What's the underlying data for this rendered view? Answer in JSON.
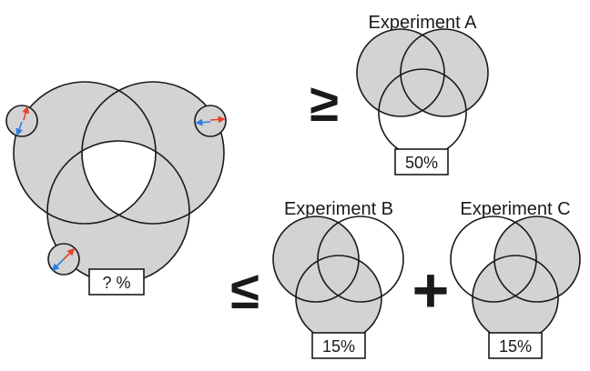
{
  "colors": {
    "fill": "#d3d3d3",
    "stroke": "#1a1a1a",
    "arrow_red": "#e8402a",
    "arrow_blue": "#2a7de1"
  },
  "main_diagram": {
    "percent_label": "? %"
  },
  "relations": {
    "geq_symbol": "≥",
    "leq_symbol": "≤",
    "plus_symbol": "+"
  },
  "experiments": [
    {
      "title": "Experiment A",
      "percent": "50%"
    },
    {
      "title": "Experiment B",
      "percent": "15%"
    },
    {
      "title": "Experiment C",
      "percent": "15%"
    }
  ],
  "icons": [
    "vertical-double-arrow-icon",
    "horizontal-double-arrow-icon",
    "diagonal-double-arrow-icon"
  ]
}
